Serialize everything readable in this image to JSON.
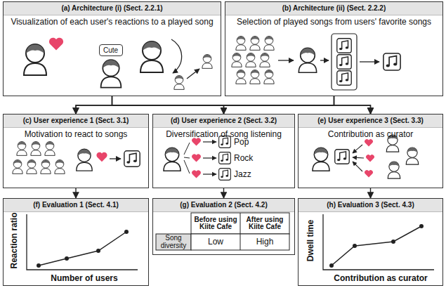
{
  "diagram": {
    "nodes": [
      {
        "text": [
          "(a) Architecture (i) (Sect. 2.2.1)",
          "Visualization of each user's reactions to a played song"
        ]
      },
      {
        "text": [
          "Cute"
        ],
        "in": 0
      },
      {
        "text": [
          "(b) Architecture (ii) (Sect. 2.2.2)",
          "Selection of played songs from users' favorite songs"
        ]
      },
      {
        "text": [
          "(c) User experience 1 (Sect. 3.1)",
          "Motivation to react to songs"
        ]
      },
      {
        "text": [
          "(d) User experience 2 (Sect. 3.2)",
          "Diversification of song listening"
        ]
      },
      {
        "text": [
          "(e) User experience 3 (Sect. 3.3)",
          "Contribution as curator"
        ]
      },
      {
        "text": [
          "(f) Evaluation 1 (Sect. 4.1)"
        ]
      },
      {
        "text": [
          "(g) Evaluation 2 (Sect. 4.2)"
        ]
      },
      {
        "text": [
          "(h) Evaluation 3 (Sect. 4.3)"
        ]
      }
    ],
    "edges": [
      {
        "from": 0,
        "to": 3,
        "arrow": "to"
      },
      {
        "from": 0,
        "to": 4,
        "arrow": "to"
      },
      {
        "from": 0,
        "to": 5,
        "arrow": "to"
      },
      {
        "from": 2,
        "to": 3,
        "arrow": "to"
      },
      {
        "from": 2,
        "to": 4,
        "arrow": "to"
      },
      {
        "from": 2,
        "to": 5,
        "arrow": "to"
      },
      {
        "from": 3,
        "to": 6,
        "arrow": "to"
      },
      {
        "from": 4,
        "to": 7,
        "arrow": "to"
      },
      {
        "from": 5,
        "to": 8,
        "arrow": "to"
      }
    ],
    "labels": [
      "Pop",
      "Rock",
      "Jazz",
      "Reaction ratio",
      "Number of users",
      "Before using Kiite Cafe",
      "After using Kiite Cafe",
      "Song diversity",
      "Low",
      "High",
      "Dwell time",
      "Contribution as curator"
    ]
  }
}
